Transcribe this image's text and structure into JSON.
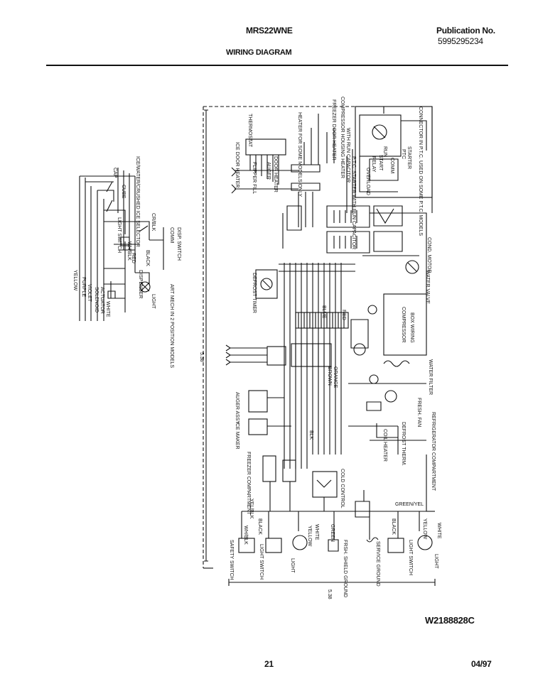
{
  "header": {
    "model": "MRS22WNE",
    "title": "WIRING DIAGRAM",
    "publication_label": "Publication No.",
    "publication_number": "5995295234"
  },
  "diagram": {
    "left_labels": {
      "cap": "CAP",
      "ice_selector": "ICE/WATER/CRUSHED ICE SELECTOR",
      "cube": "CUBE",
      "light_switch": "LIGHT SWITCH",
      "cr_blk": "CR/BLK",
      "wh_blk": "WH/BLK",
      "yellow": "YELLOW",
      "purple": "PURPLE",
      "violet": "VIOLET",
      "white": "WHITE",
      "solenoid": "SOLENOID",
      "actuator": "ACTUATOR",
      "dispenser": "DISPENSER",
      "light": "LIGHT",
      "red": "RED",
      "black": "BLACK",
      "comm": "COMM",
      "switch_label": "DISP. SWITCH",
      "note": "ART MECH IN 2 POSITION MODELS"
    },
    "main_labels": {
      "thermostat": "THERMOSTAT",
      "ice_door_heater": "ICE DOOR HEATER",
      "flipper_fill": "FLIPPER FILL",
      "auger": "AUGER",
      "door_heater": "DOOR HEATER",
      "heater_for": "HEATER FOR SOME MODELS ONLY",
      "freezer_door_heater": "FREEZER DOOR HEATER",
      "compressor_housing_heater": "COMPRESSOR HOUSING HEATER",
      "with_run_capacitor": "WITH RUN CAPACITOR",
      "ptc_starter": "P.T.C. STARTER WITH RUN CAPACITOR",
      "overload": "OVERLOAD",
      "relay": "RELAY",
      "start": "START",
      "run": "RUN",
      "comm": "COMM",
      "ptc": "PTC",
      "starter": "STARTER",
      "connector_note": "CONNECTOR IN P.T.C. USED ON SOME P.T.C. MODELS",
      "cond_motor": "COND. MOTOR",
      "compressor": "COMPRESSOR",
      "box_wiring": "BOX WIRING",
      "defrost_timer": "DEFROST TIMER",
      "water_valve": "WATER VALVE",
      "water_filter": "WATER FILTER",
      "ice_maker": "ICE MAKER",
      "auger_assy": "AUGER ASSY",
      "freezer_compartment": "FREEZER COMPARTMENT",
      "refrigerator_compartment": "REFRIGERATOR COMPARTMENT",
      "cold_control": "COLD CONTROL",
      "coil_heater": "COIL HEATER",
      "defrost_therm": "DEFROST THERM.",
      "fresh_fan": "FRESH. FAN",
      "safety_switch": "SAFETY SWITCH",
      "light_switch": "LIGHT SWITCH",
      "light": "LIGHT",
      "frsh_shield": "FRSH. SHIELD GROUND",
      "service_ground": "SERVICE GROUND",
      "light_switch_r": "LIGHT SWITCH",
      "light_r": "LIGHT",
      "white": "WHITE",
      "black": "BLACK",
      "yellow": "YELLOW",
      "green": "GREEN",
      "blue": "BLUE",
      "orange": "ORANGE",
      "red": "RED",
      "brown": "BROWN",
      "bk": "BLK",
      "yel_blk": "YEL/BLK",
      "wh_blk": "WH/BLK",
      "green_yel": "GREEN/YEL",
      "dim_vertical": "5.38",
      "dim_horizontal": "5.38"
    }
  },
  "footer": {
    "drawing_number": "W2188828C",
    "page_number": "21",
    "date": "04/97"
  }
}
